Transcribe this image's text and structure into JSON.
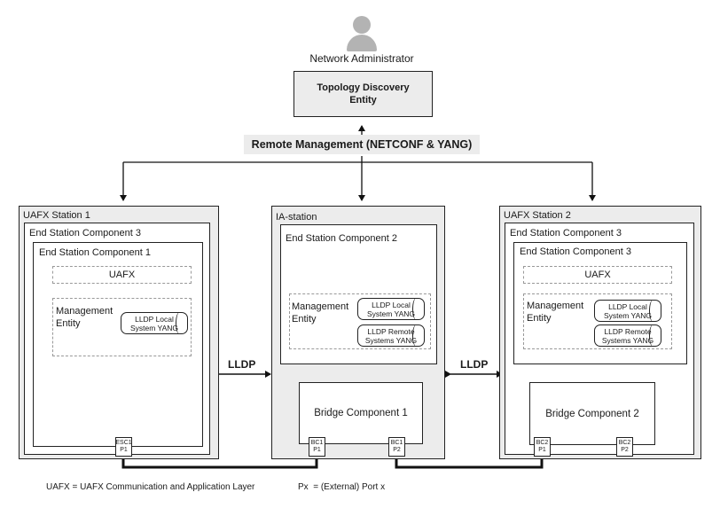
{
  "admin": {
    "label": "Network Administrator"
  },
  "tde": {
    "line1": "Topology Discovery",
    "line2": "Entity"
  },
  "remote": {
    "label": "Remote Management (NETCONF & YANG)"
  },
  "uafx1": {
    "title": "UAFX Station 1",
    "esc3": "End Station Component 3",
    "esc1": "End Station Component 1",
    "uafx": "UAFX",
    "mgmt1": "Management",
    "mgmt2": "Entity",
    "local1": "LLDP Local",
    "local2": "System YANG",
    "port1": "ESC1",
    "port2": "P1"
  },
  "ia": {
    "title": "IA-station",
    "esc2": "End Station Component 2",
    "mgmt1": "Management",
    "mgmt2": "Entity",
    "local1": "LLDP Local",
    "local2": "System YANG",
    "remote1": "LLDP Remote",
    "remote2": "Systems YANG",
    "bridge": "Bridge Component 1",
    "pA1": "BC1",
    "pA2": "P1",
    "pB1": "BC1",
    "pB2": "P2"
  },
  "uafx2": {
    "title": "UAFX Station 2",
    "esc3a": "End Station Component 3",
    "esc3b": "End Station Component 3",
    "uafx": "UAFX",
    "mgmt1": "Management",
    "mgmt2": "Entity",
    "local1": "LLDP Local",
    "local2": "System YANG",
    "remote1": "LLDP Remote",
    "remote2": "Systems YANG",
    "bridge": "Bridge Component 2",
    "pA1": "BC2",
    "pA2": "P1",
    "pB1": "BC2",
    "pB2": "P2"
  },
  "lldp": {
    "left": "LLDP",
    "right": "LLDP"
  },
  "legend": {
    "uafx": "UAFX = UAFX Communication and Application Layer",
    "px": "Px  = (External) Port x"
  }
}
